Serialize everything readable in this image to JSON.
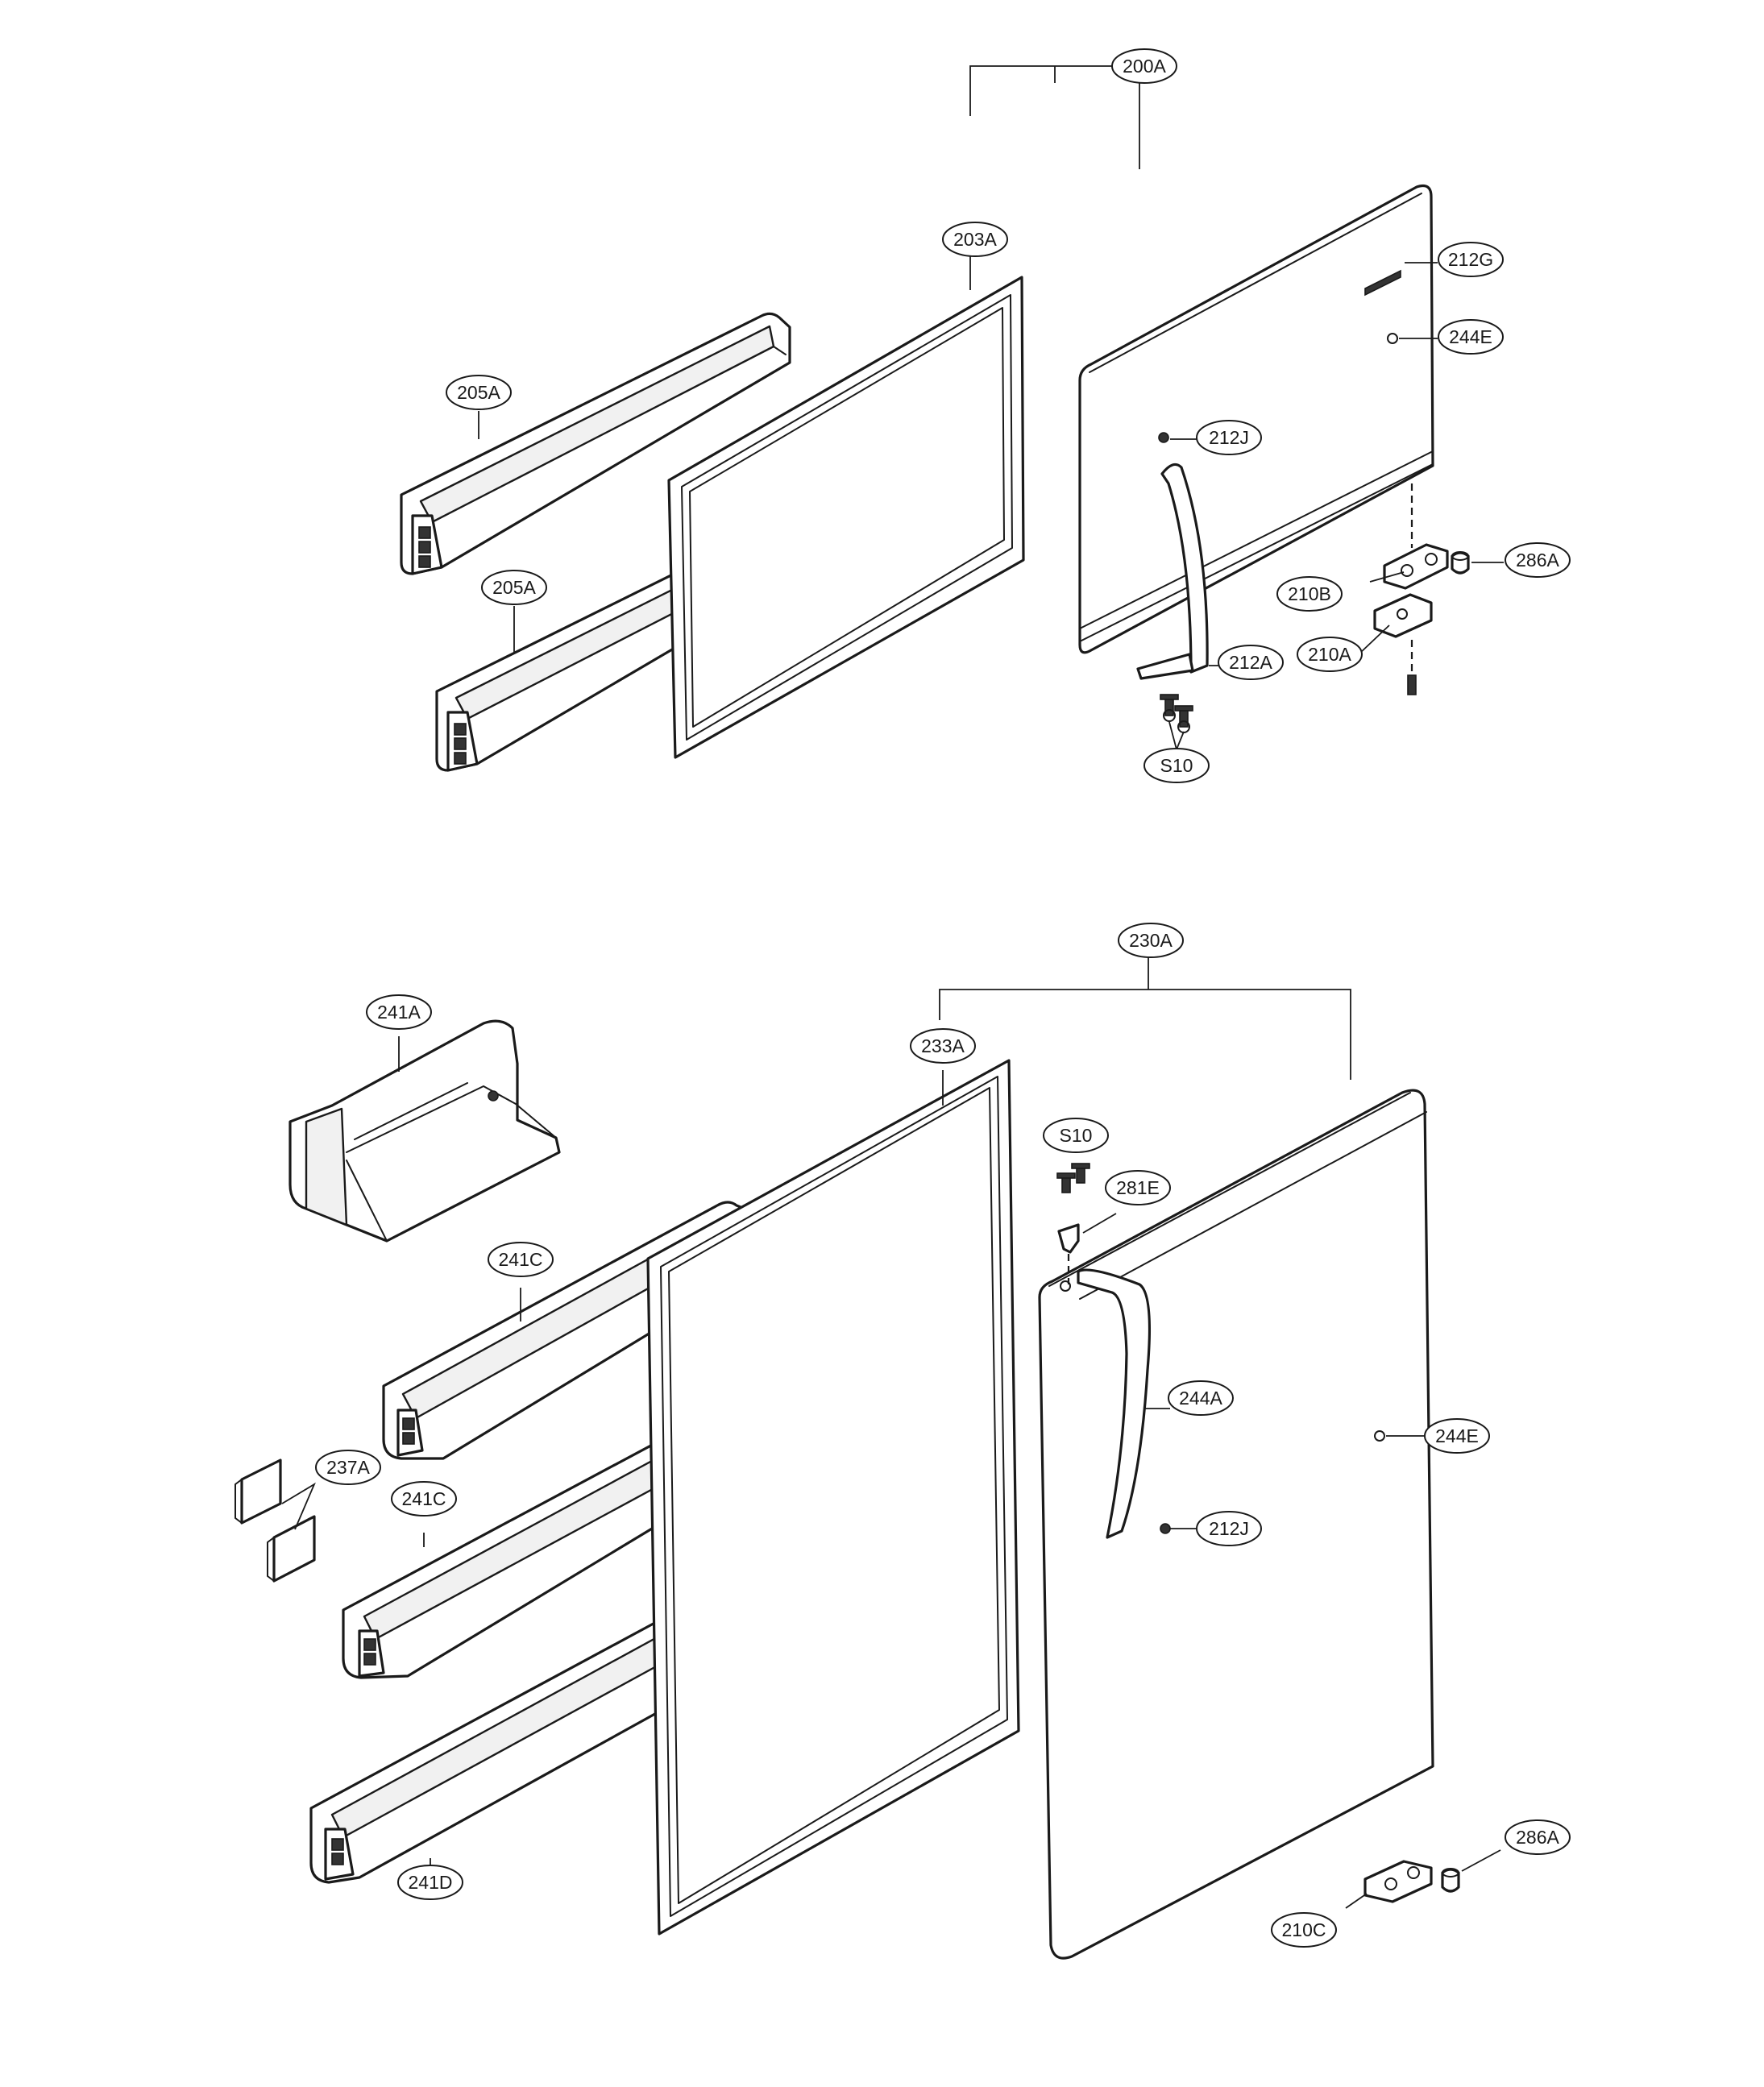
{
  "callouts": {
    "c200A": "200A",
    "c203A": "203A",
    "c212G": "212G",
    "c244E_top": "244E",
    "c205A_1": "205A",
    "c212J_top": "212J",
    "c205A_2": "205A",
    "c286A_top": "286A",
    "c210B": "210B",
    "c210A": "210A",
    "c212A": "212A",
    "c S10_top": "S10",
    "c230A": "230A",
    "c241A": "241A",
    "c233A": "233A",
    "c S10_bot": "S10",
    "c281E": "281E",
    "c241C_1": "241C",
    "c244A": "244A",
    "c244E_bot": "244E",
    "c237A": "237A",
    "c241C_2": "241C",
    "c212J_bot": "212J",
    "c286A_bot": "286A",
    "c210C": "210C",
    "c241D": "241D"
  }
}
